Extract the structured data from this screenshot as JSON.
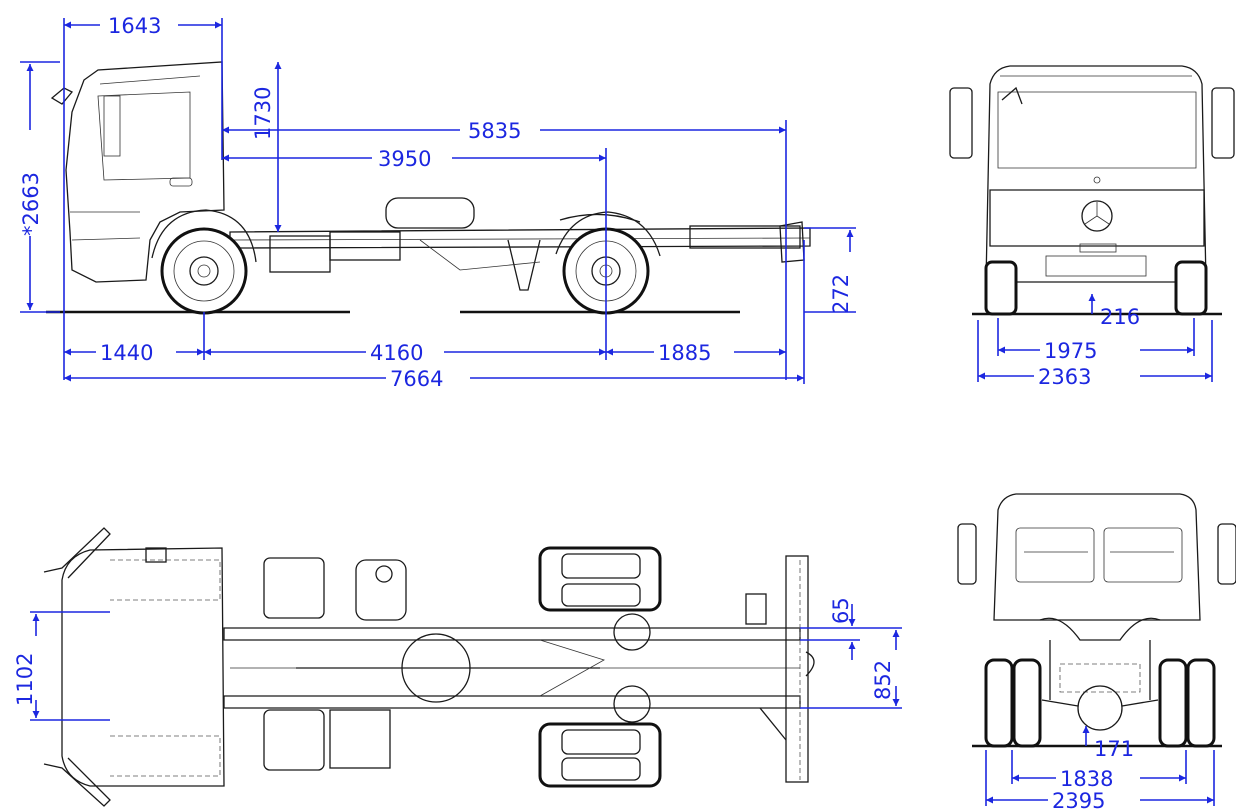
{
  "side_view": {
    "dim_front_overhang_cab": "1643",
    "dim_cab_to_end": "5835",
    "dim_cab_to_axle": "3950",
    "dim_height": "*2663",
    "dim_cab_height": "1730",
    "dim_front_overhang": "1440",
    "dim_wheelbase": "4160",
    "dim_rear_overhang": "1885",
    "dim_overall_length": "7664",
    "dim_frame_height": "272"
  },
  "front_view": {
    "dim_ground_clearance": "216",
    "dim_front_track": "1975",
    "dim_front_width": "2363"
  },
  "top_view": {
    "dim_frame_width_front": "1102",
    "dim_frame_offset": "65",
    "dim_frame_width_rear": "852"
  },
  "rear_view": {
    "dim_rear_clearance": "171",
    "dim_rear_track": "1838",
    "dim_rear_width": "2395"
  },
  "colors": {
    "dimension": "#1c27e0",
    "line": "#1a1a1a"
  }
}
